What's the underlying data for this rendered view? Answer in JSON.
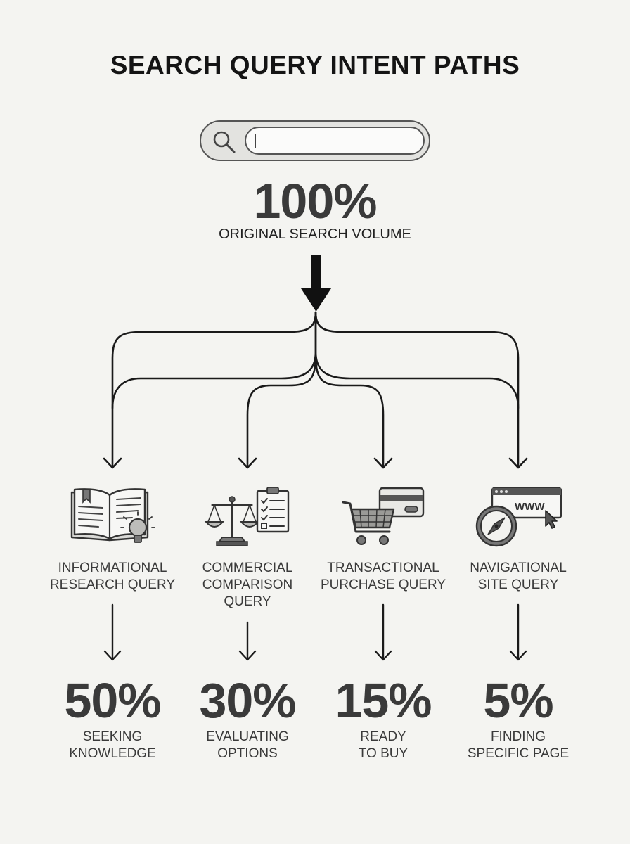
{
  "title": "SEARCH QUERY INTENT PATHS",
  "source": {
    "percent": "100%",
    "label": "ORIGINAL SEARCH VOLUME",
    "icon": "search-icon"
  },
  "paths": [
    {
      "label_lines": [
        "INFORMATIONAL",
        "RESEARCH QUERY"
      ],
      "percent": "50%",
      "desc_lines": [
        "SEEKING",
        "KNOWLEDGE"
      ],
      "icon": "book-lightbulb-icon"
    },
    {
      "label_lines": [
        "COMMERCIAL",
        "COMPARISON",
        "QUERY"
      ],
      "percent": "30%",
      "desc_lines": [
        "EVALUATING",
        "OPTIONS"
      ],
      "icon": "scale-checklist-icon"
    },
    {
      "label_lines": [
        "TRANSACTIONAL",
        "PURCHASE QUERY"
      ],
      "percent": "15%",
      "desc_lines": [
        "READY",
        "TO BUY"
      ],
      "icon": "cart-credit-card-icon"
    },
    {
      "label_lines": [
        "NAVIGATIONAL",
        "SITE QUERY"
      ],
      "percent": "5%",
      "desc_lines": [
        "FINDING",
        "SPECIFIC PAGE"
      ],
      "icon": "compass-browser-icon"
    }
  ],
  "colors": {
    "background": "#f4f4f1",
    "text": "#3a3a3a",
    "line": "#1a1a1a"
  }
}
